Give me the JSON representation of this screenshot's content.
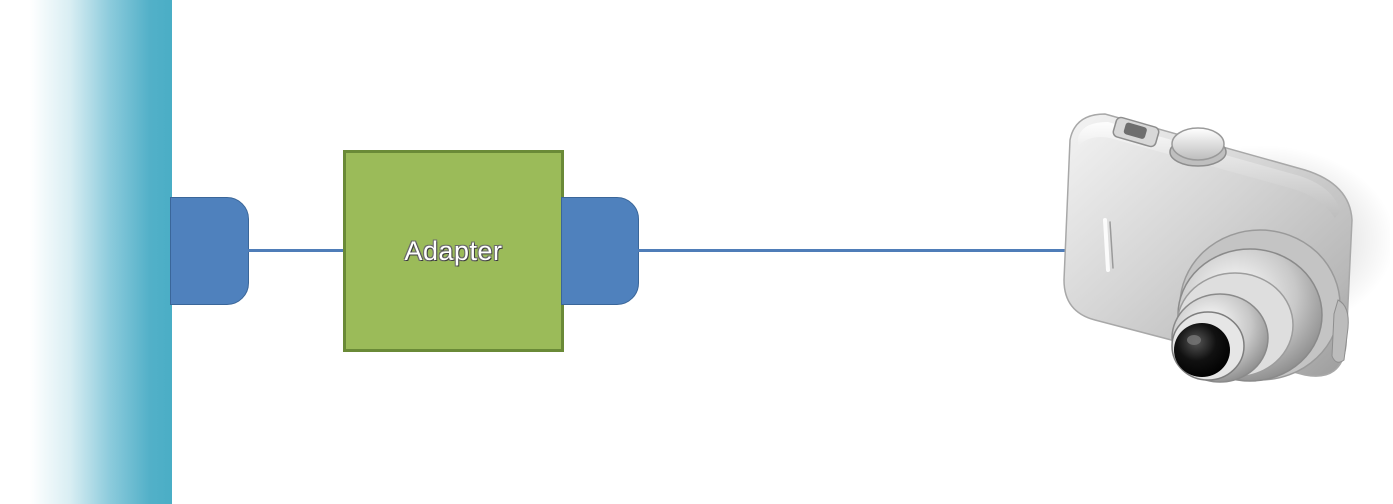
{
  "diagram": {
    "adapter": {
      "label": "Adapter"
    },
    "nodes": [
      {
        "name": "host",
        "icon": "host-bar"
      },
      {
        "name": "host-port",
        "icon": "connector"
      },
      {
        "name": "adapter",
        "icon": "adapter-box"
      },
      {
        "name": "adapter-port",
        "icon": "connector"
      },
      {
        "name": "camera",
        "icon": "camera-icon"
      }
    ],
    "edges": [
      {
        "from": "host-port",
        "to": "adapter"
      },
      {
        "from": "adapter-port",
        "to": "camera"
      }
    ],
    "colors": {
      "host": "#4aaec6",
      "connector": "#4f81bd",
      "adapter": "#9bbb59",
      "adapter_border": "#6a8a37",
      "wire": "#4f7db8"
    }
  }
}
